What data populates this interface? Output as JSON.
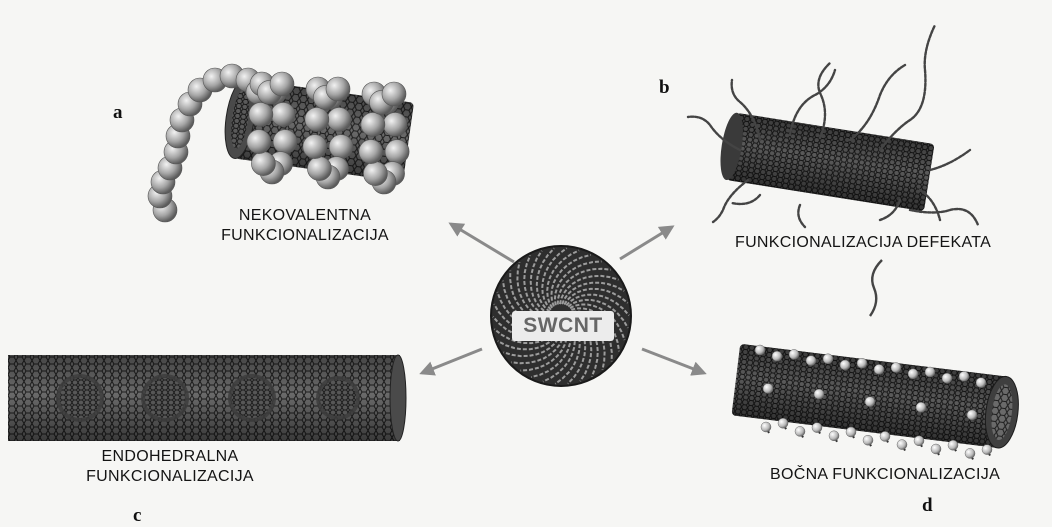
{
  "center": {
    "label": "SWCNT"
  },
  "panels": [
    {
      "letter": "a",
      "lines": [
        "NEKOVALENTNA",
        "FUNKCIONALIZACIJA"
      ]
    },
    {
      "letter": "b",
      "lines": [
        "FUNKCIONALIZACIJA DEFEKATA"
      ]
    },
    {
      "letter": "c",
      "lines": [
        "ENDOHEDRALNA",
        "FUNKCIONALIZACIJA"
      ]
    },
    {
      "letter": "d",
      "lines": [
        "BOČNA FUNKCIONALIZACIJA"
      ]
    }
  ],
  "colors": {
    "arrow": "#8a8a8a",
    "tube": "#3a3a3a",
    "sphere": "#a8a8a8",
    "background": "#f6f6f4"
  }
}
